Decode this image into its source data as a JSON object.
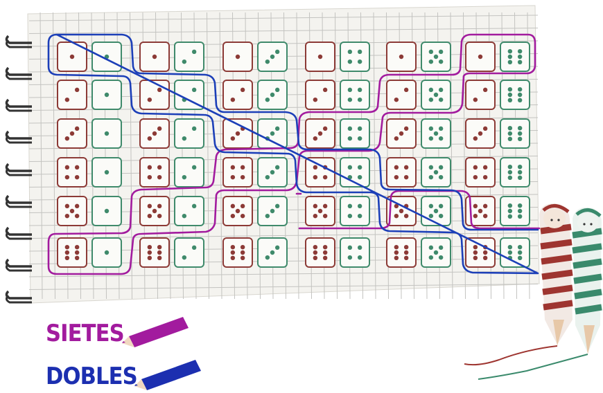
{
  "legend": [
    {
      "label": "SIETES",
      "color": "#a21b9e"
    },
    {
      "label": "DOBLES",
      "color": "#1c2fb0"
    }
  ],
  "colors": {
    "paper": "#f4f3ef",
    "grid_line": "#c3c3c0",
    "red_die": "#8c3a36",
    "green_die": "#3f8a6b",
    "sietes_line": "#a21b9e",
    "dobles_line": "#1c3fb8",
    "spiral": "#333333"
  },
  "dice_table": {
    "rows": 6,
    "cols": 6,
    "red_values": [
      1,
      2,
      3,
      4,
      5,
      6
    ],
    "green_values": [
      1,
      2,
      3,
      4,
      5,
      6
    ]
  },
  "icons": [
    "spiral-binding-icon",
    "magenta-pencil-icon",
    "blue-pencil-icon",
    "red-pencil-character-icon",
    "green-pencil-character-icon"
  ]
}
